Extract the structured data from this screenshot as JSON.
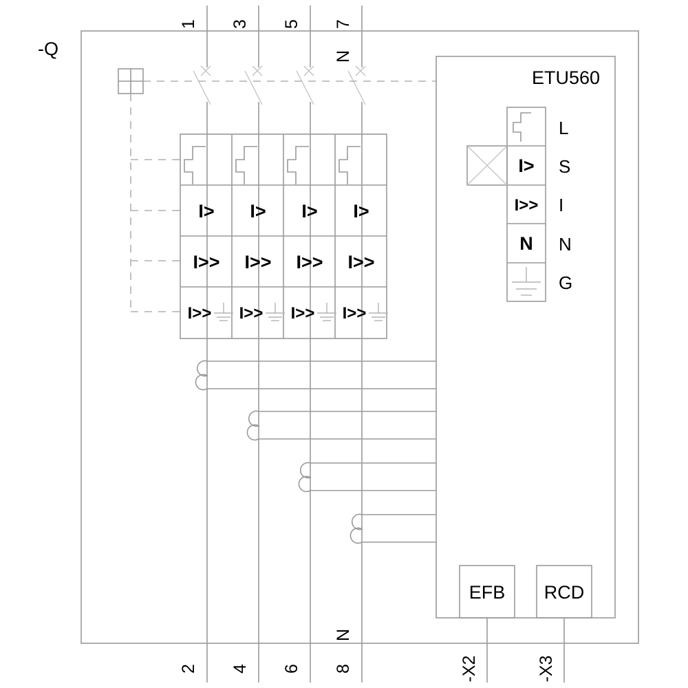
{
  "diagram": {
    "device_tag": "-Q",
    "device_type": "4-pole circuit breaker with electronic trip unit",
    "trip_unit": {
      "label": "ETU560"
    }
  },
  "top_terminals": [
    {
      "id": "t1",
      "label": "1"
    },
    {
      "id": "t3",
      "label": "3"
    },
    {
      "id": "t5",
      "label": "5"
    },
    {
      "id": "t7",
      "label": "7",
      "sublabel": "N"
    }
  ],
  "bottom_terminals": [
    {
      "id": "b2",
      "label": "2"
    },
    {
      "id": "b4",
      "label": "4"
    },
    {
      "id": "b6",
      "label": "6"
    },
    {
      "id": "b8",
      "label": "8",
      "sublabel": "N"
    }
  ],
  "pole_block": {
    "columns": 4,
    "rows": [
      {
        "id": "row-thermal",
        "symbol": "thermal-release-icon",
        "text": ""
      },
      {
        "id": "row-overcurrent",
        "symbol": "overcurrent-text",
        "text": "I>"
      },
      {
        "id": "row-shortcircuit",
        "symbol": "shortcircuit-text",
        "text": "I>>"
      },
      {
        "id": "row-earthfault",
        "symbol": "earthfault-text",
        "text": "I>>",
        "extra": "ground-icon"
      }
    ]
  },
  "trip_unit_stack": [
    {
      "id": "etu-l",
      "symbol": "thermal-release-icon",
      "text": "",
      "side_label": "L"
    },
    {
      "id": "etu-s",
      "symbol": "overcurrent-text",
      "text": "I>",
      "side_label": "S"
    },
    {
      "id": "etu-i",
      "symbol": "shortcircuit-text",
      "text": "I>>",
      "side_label": "I"
    },
    {
      "id": "etu-n",
      "symbol": "neutral-text",
      "text": "N",
      "side_label": "N"
    },
    {
      "id": "etu-g",
      "symbol": "ground-icon",
      "text": "",
      "side_label": "G"
    }
  ],
  "modules": [
    {
      "id": "mod-efb",
      "label": "EFB",
      "terminal": "-X2"
    },
    {
      "id": "mod-rcd",
      "label": "RCD",
      "terminal": "-X3"
    }
  ],
  "colors": {
    "line": "#9a9a9a",
    "dashed": "#b0b0b0",
    "text": "#000000",
    "background": "#ffffff"
  }
}
